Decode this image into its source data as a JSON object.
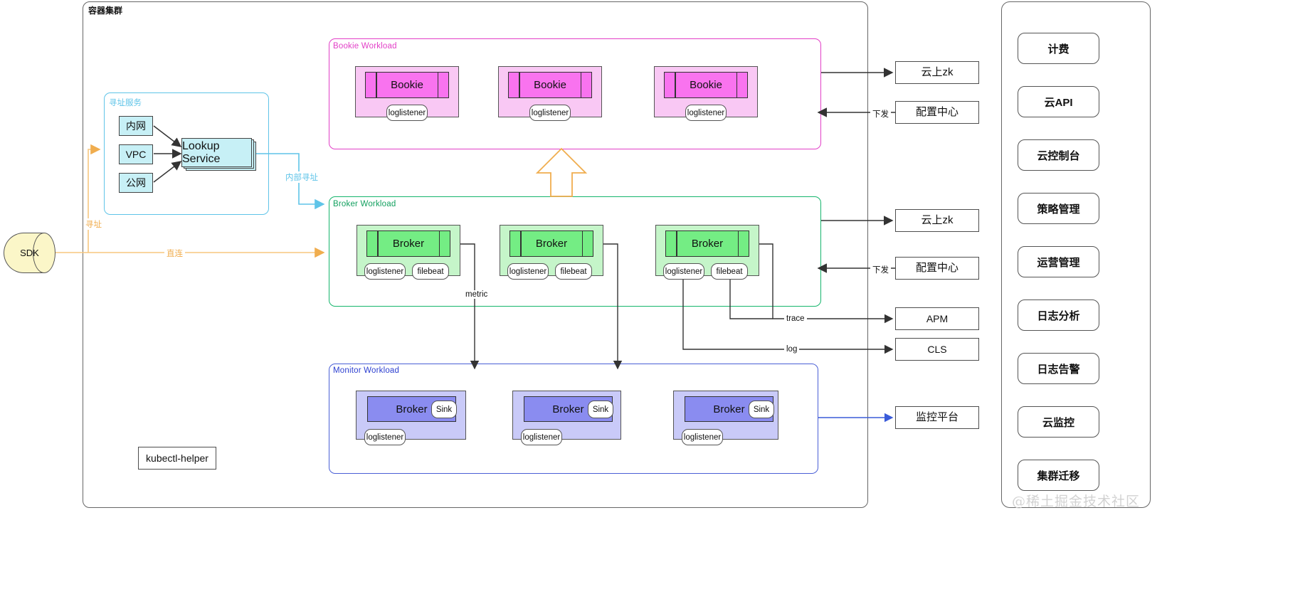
{
  "diagram": {
    "title": "容器集群",
    "watermark": "@稀土掘金技术社区"
  },
  "sdk": {
    "label": "SDK"
  },
  "kubectl_helper": {
    "label": "kubectl-helper"
  },
  "addressing_service": {
    "title": "寻址服务",
    "inputs": [
      {
        "label": "内网"
      },
      {
        "label": "VPC"
      },
      {
        "label": "公网"
      }
    ],
    "lookup": {
      "label": "Lookup Service"
    }
  },
  "workloads": {
    "bookie": {
      "label": "Bookie Workload",
      "color": "#e23fc7",
      "pods": [
        {
          "name": "Bookie",
          "sidecars": [
            "loglistener"
          ]
        },
        {
          "name": "Bookie",
          "sidecars": [
            "loglistener"
          ]
        },
        {
          "name": "Bookie",
          "sidecars": [
            "loglistener"
          ]
        }
      ]
    },
    "broker": {
      "label": "Broker Workload",
      "color": "#15b56c",
      "pods": [
        {
          "name": "Broker",
          "sidecars": [
            "loglistener",
            "filebeat"
          ]
        },
        {
          "name": "Broker",
          "sidecars": [
            "loglistener",
            "filebeat"
          ]
        },
        {
          "name": "Broker",
          "sidecars": [
            "loglistener",
            "filebeat"
          ]
        }
      ]
    },
    "monitor": {
      "label": "Monitor Workload",
      "color": "#4a5fd6",
      "pods": [
        {
          "name": "Broker",
          "sink": "Sink",
          "sidecars": [
            "loglistener"
          ]
        },
        {
          "name": "Broker",
          "sink": "Sink",
          "sidecars": [
            "loglistener"
          ]
        },
        {
          "name": "Broker",
          "sink": "Sink",
          "sidecars": [
            "loglistener"
          ]
        }
      ]
    }
  },
  "external_services": [
    {
      "label": "云上zk"
    },
    {
      "label": "配置中心"
    },
    {
      "label": "云上zk"
    },
    {
      "label": "配置中心"
    },
    {
      "label": "APM"
    },
    {
      "label": "CLS"
    },
    {
      "label": "监控平台"
    }
  ],
  "edge_labels": {
    "lookup_addressing": "寻址",
    "direct_connect": "直连",
    "internal_lookup": "内部寻址",
    "metric": "metric",
    "trace": "trace",
    "log": "log",
    "push_down_1": "下发",
    "push_down_2": "下发"
  },
  "side_panel": {
    "items": [
      {
        "label": "计费"
      },
      {
        "label": "云API"
      },
      {
        "label": "云控制台"
      },
      {
        "label": "策略管理"
      },
      {
        "label": "运营管理"
      },
      {
        "label": "日志分析"
      },
      {
        "label": "日志告警"
      },
      {
        "label": "云监控"
      },
      {
        "label": "集群迁移"
      }
    ]
  }
}
